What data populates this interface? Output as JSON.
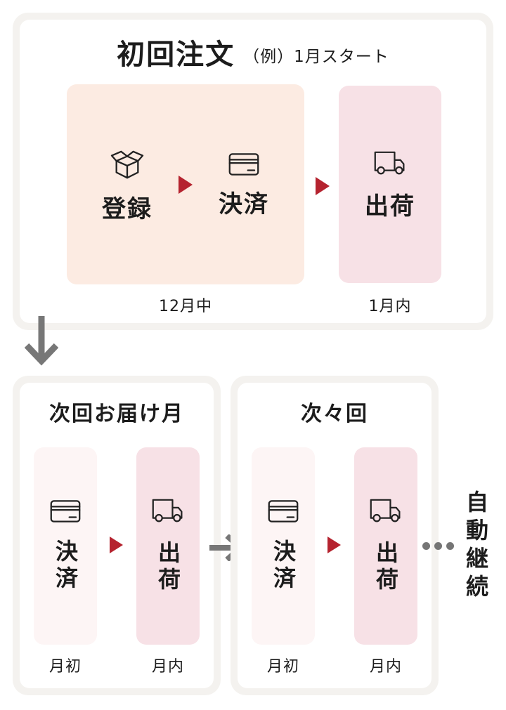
{
  "colors": {
    "card_frame": "#f4f2ef",
    "peach_box": "#fcebe2",
    "pink_box": "#f7e1e6",
    "pale_pink_box": "#fdf5f5",
    "arrow_red": "#b5232f",
    "arrow_gray": "#777777",
    "text": "#1c1c1c"
  },
  "first_order_card": {
    "title": "初回注文",
    "title_note": "（例）1月スタート",
    "register_step": {
      "icon": "open-box-icon",
      "label": "登録"
    },
    "payment_step": {
      "icon": "credit-card-icon",
      "label": "決済"
    },
    "shipping_step": {
      "icon": "truck-icon",
      "label": "出荷"
    },
    "registration_period": "12月中",
    "shipping_period": "1月内"
  },
  "next_month_card": {
    "title": "次回お届け月",
    "payment_step": {
      "icon": "credit-card-icon",
      "label": "決済",
      "period": "月初"
    },
    "shipping_step": {
      "icon": "truck-icon",
      "label": "出荷",
      "period": "月内"
    }
  },
  "after_next_card": {
    "title": "次々回",
    "payment_step": {
      "icon": "credit-card-icon",
      "label": "決済",
      "period": "月初"
    },
    "shipping_step": {
      "icon": "truck-icon",
      "label": "出荷",
      "period": "月内"
    }
  },
  "auto_continue_label": "自動継続"
}
